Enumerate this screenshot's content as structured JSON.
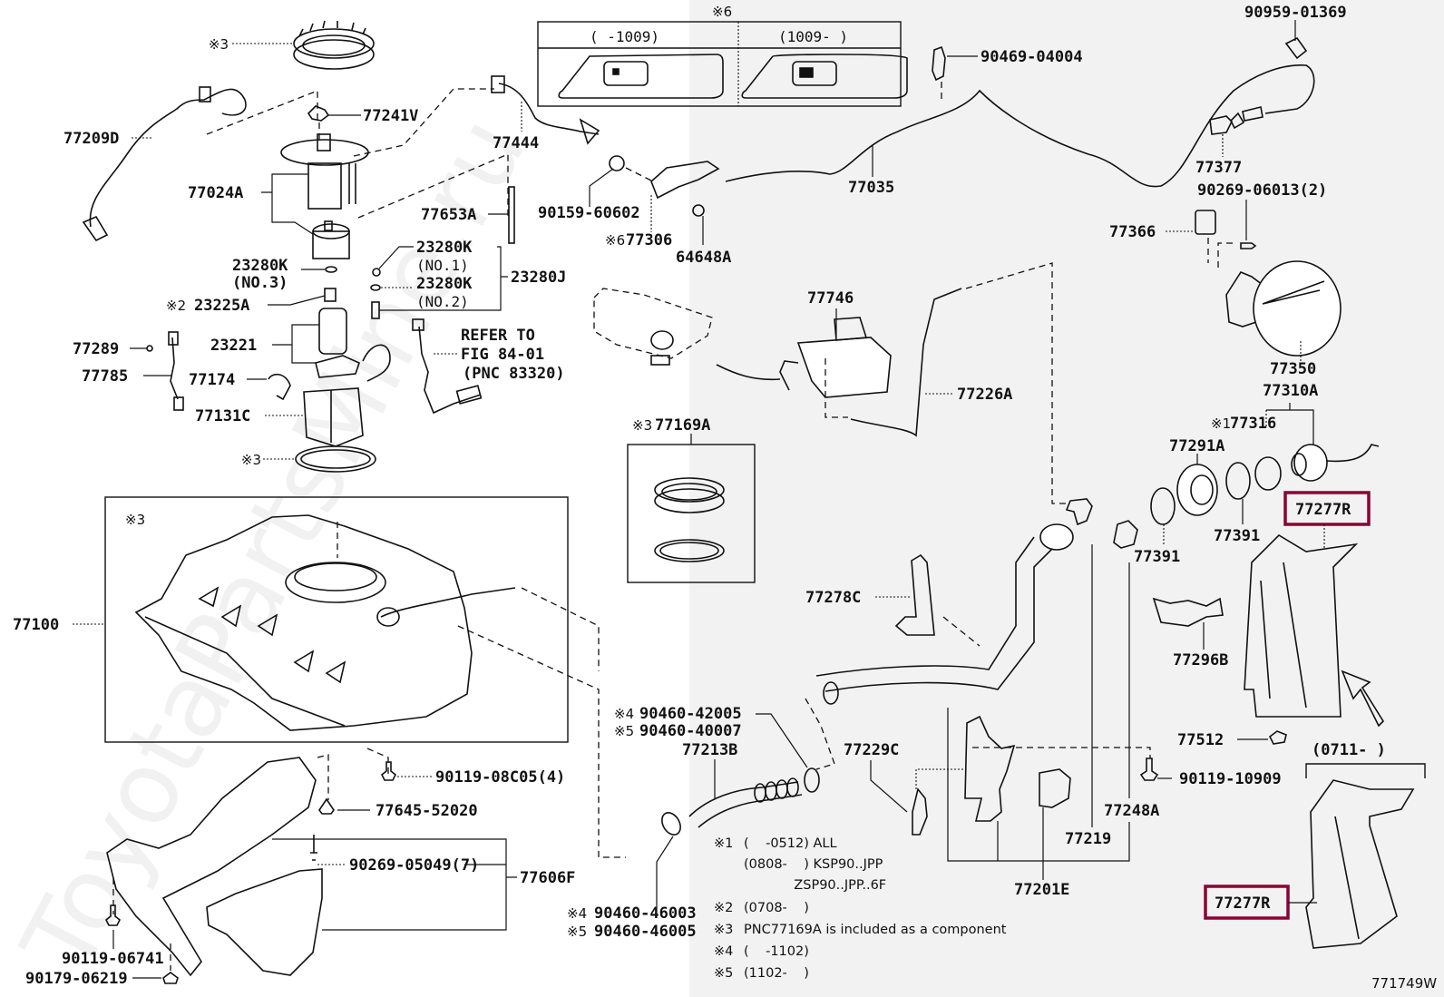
{
  "diagram": {
    "figure_id": "771749W",
    "watermark": "ToyotaPartsMine.ru",
    "highlight_color": "#8c0033",
    "highlighted_part": "77277R",
    "callouts": {
      "ring_top_mark": "※3",
      "p77209D": "77209D",
      "p77241V": "77241V",
      "p77444": "77444",
      "p77024A": "77024A",
      "p77653A": "77653A",
      "p23280K_no1": "23280K",
      "p23280K_no1_sub": "(NO.1)",
      "p23280K_no2": "23280K",
      "p23280K_no2_sub": "(NO.2)",
      "p23280K_no3": "23280K",
      "p23280K_no3_sub": "(NO.3)",
      "p23280J": "23280J",
      "p23225A_mark": "※2",
      "p23225A": "23225A",
      "p23221": "23221",
      "p77289": "77289",
      "p77785": "77785",
      "p77174": "77174",
      "p77131C": "77131C",
      "gasket_mark": "※3",
      "refer_line1": "REFER TO",
      "refer_line2": "FIG 84-01",
      "refer_line3": "(PNC 83320)",
      "p90159": "90159-60602",
      "p77306_mark": "※6",
      "p77306": "77306",
      "p64648A": "64648A",
      "p77746": "77746",
      "p77226A": "77226A",
      "p77169A_mark": "※3",
      "p77169A": "77169A",
      "p77100": "77100",
      "tank_mark": "※3",
      "p90959": "90959-01369",
      "p90469": "90469-04004",
      "p77035": "77035",
      "p77377": "77377",
      "p90269_06013": "90269-06013(2)",
      "p77366": "77366",
      "p77350": "77350",
      "p77310A": "77310A",
      "p77316_mark": "※1",
      "p77316": "77316",
      "p77291A": "77291A",
      "p77391_a": "77391",
      "p77391_b": "77391",
      "p77277R_a": "77277R",
      "p77277R_b": "77277R",
      "p77278C": "77278C",
      "p77296B": "77296B",
      "p77512": "77512",
      "p90119_10909": "90119-10909",
      "p77248A": "77248A",
      "p77219": "77219",
      "p77201E": "77201E",
      "p77229C": "77229C",
      "p77213B": "77213B",
      "clamp_top_mark4": "※4",
      "clamp_top_4": "90460-42005",
      "clamp_top_mark5": "※5",
      "clamp_top_5": "90460-40007",
      "clamp_bot_mark4": "※4",
      "clamp_bot_4": "90460-46003",
      "clamp_bot_mark5": "※5",
      "clamp_bot_5": "90460-46005",
      "p90119_08C05": "90119-08C05(4)",
      "p77645": "77645-52020",
      "p90269_05049": "90269-05049(7)",
      "p77606F": "77606F",
      "p90119_06741": "90119-06741",
      "p90179": "90179-06219",
      "range_0711": "(0711-        )"
    },
    "variant_table": {
      "mark": "※6",
      "col1_header": "(    -1009)",
      "col2_header": "(1009-     )"
    },
    "notes": [
      {
        "mark": "※1",
        "lines": [
          "(    -0512) ALL",
          "(0808-    ) KSP90..JPP",
          "            ZSP90..JPP..6F"
        ]
      },
      {
        "mark": "※2",
        "lines": [
          "(0708-    )"
        ]
      },
      {
        "mark": "※3",
        "lines": [
          "PNC77169A is included as a component"
        ]
      },
      {
        "mark": "※4",
        "lines": [
          "(    -1102)"
        ]
      },
      {
        "mark": "※5",
        "lines": [
          "(1102-    )"
        ]
      }
    ]
  }
}
